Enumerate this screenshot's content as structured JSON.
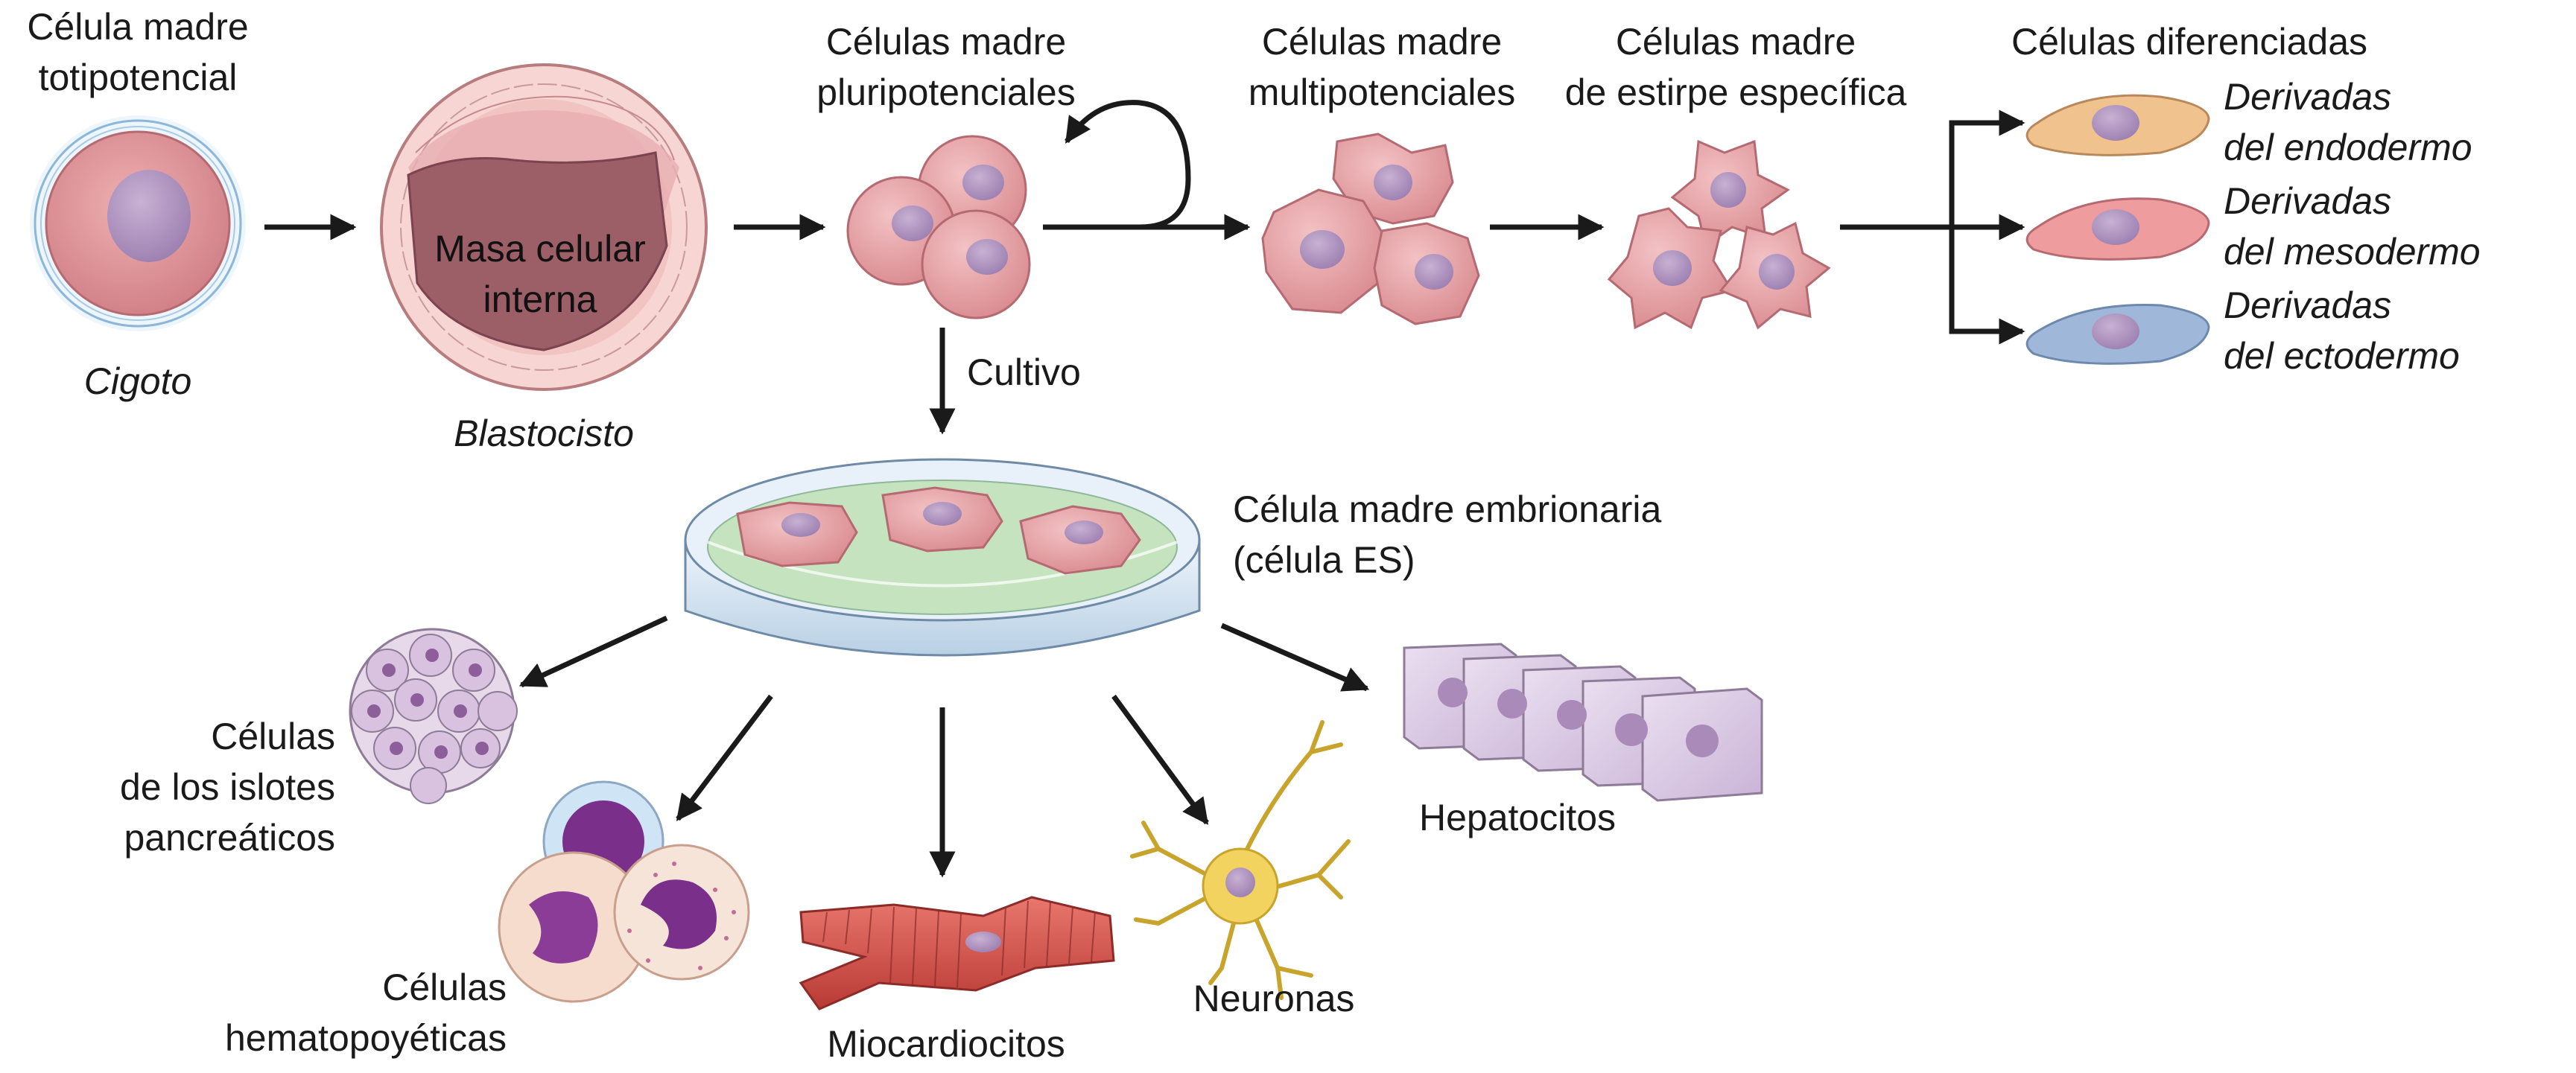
{
  "stages": {
    "totipotent": {
      "title_line1": "Célula madre",
      "title_line2": "totipotencial",
      "caption": "Cigoto"
    },
    "blastocyst": {
      "inner_mass_line1": "Masa celular",
      "inner_mass_line2": "interna",
      "caption": "Blastocisto"
    },
    "pluripotent": {
      "title_line1": "Células madre",
      "title_line2": "pluripotenciales"
    },
    "multipotent": {
      "title_line1": "Células madre",
      "title_line2": "multipotenciales"
    },
    "lineage": {
      "title_line1": "Células madre",
      "title_line2": "de estirpe específica"
    },
    "differentiated": {
      "title": "Células diferenciadas",
      "items": [
        {
          "line1": "Derivadas",
          "line2": "del endodermo",
          "color": "#f0c38e"
        },
        {
          "line1": "Derivadas",
          "line2": "del mesodermo",
          "color": "#ee9c9e"
        },
        {
          "line1": "Derivadas",
          "line2": "del ectodermo",
          "color": "#9fb8da"
        }
      ]
    }
  },
  "culture": {
    "arrow_label": "Cultivo",
    "es_cell_line1": "Célula madre embrionaria",
    "es_cell_line2": "(célula ES)"
  },
  "derived_cells": {
    "islets": {
      "line1": "Células",
      "line2": "de los islotes",
      "line3": "pancreáticos"
    },
    "hematopoietic": {
      "line1": "Células",
      "line2": "hematopoyéticas"
    },
    "cardiomyocytes": "Miocardiocitos",
    "neurons": "Neuronas",
    "hepatocytes": "Hepatocitos"
  },
  "colors": {
    "cell_pink": "#eaa0a4",
    "nucleus": "#b79ac4",
    "dish_medium": "#c6e3bf",
    "dish_glass": "#d7e6f2",
    "muscle": "#d6524a",
    "neuron": "#f3d35f",
    "hepatocyte": "#dccbe3",
    "arrow": "#1a1a1a"
  }
}
